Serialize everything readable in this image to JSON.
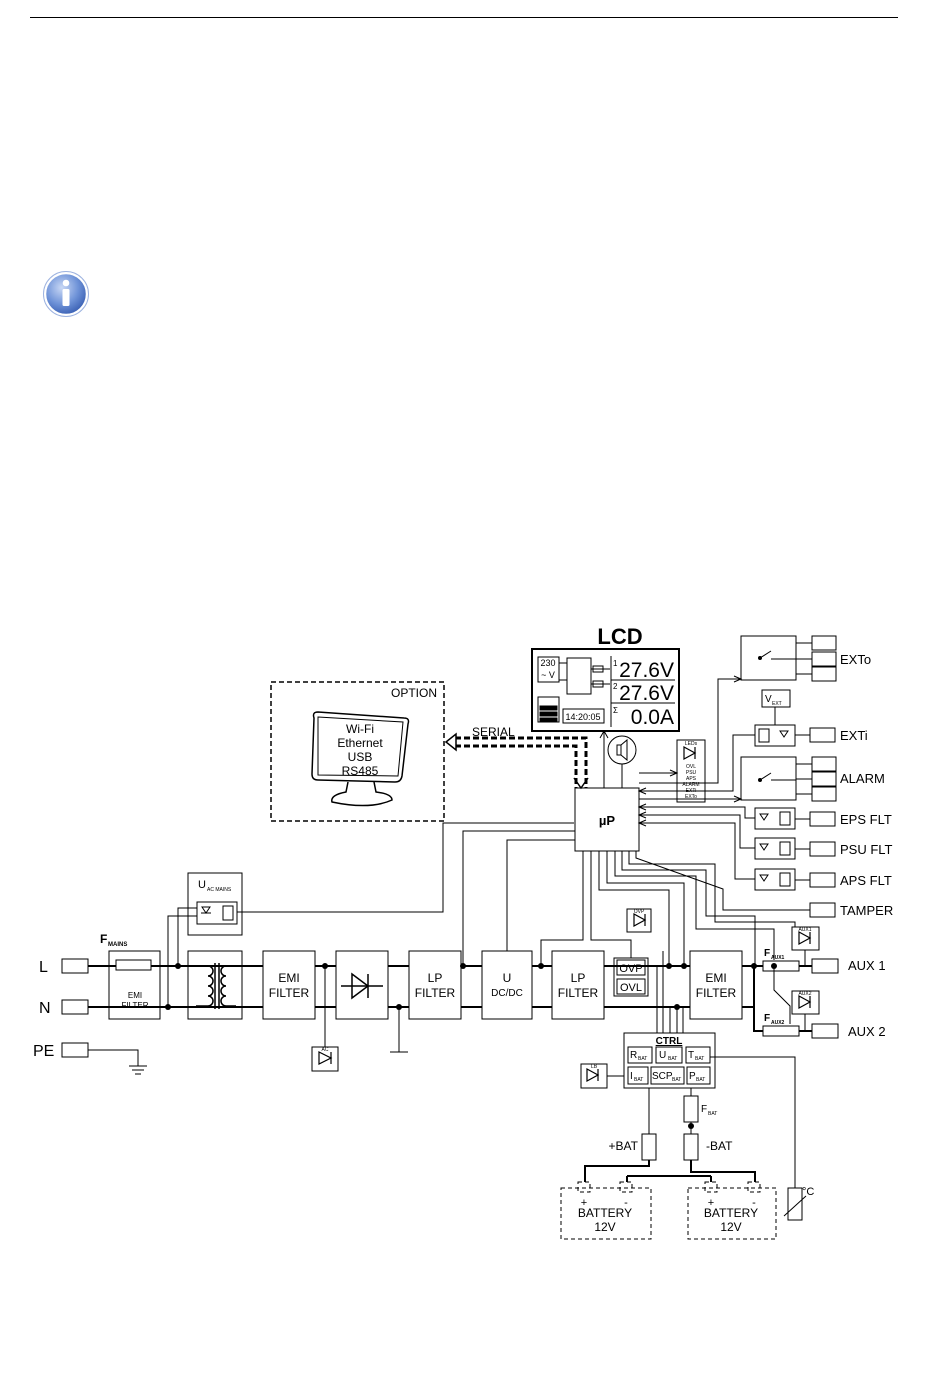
{
  "colors": {
    "info_icon": "#4a74c9",
    "line": "#000000"
  },
  "icons": [
    "info-icon",
    "speaker-icon",
    "monitor-icon",
    "led-icon",
    "transformer-icon",
    "rectifier-diode-icon",
    "ground-icon",
    "optocoupler-icon",
    "relay-icon",
    "fuse-icon",
    "thermometer-icon"
  ],
  "lcd": {
    "title": "LCD",
    "voltage_mains": "230",
    "ac_symbol": "~ V",
    "out1_index": "1",
    "out1_value": "27.6V",
    "out2_index": "2",
    "out2_value": "27.6V",
    "current_index": "Σ",
    "current_value": "0.0A",
    "time": "14:20:05"
  },
  "option": {
    "title": "OPTION",
    "interfaces": [
      "Wi-Fi",
      "Ethernet",
      "USB",
      "RS485"
    ],
    "serial_label": "SERIAL"
  },
  "cpu": {
    "label": "µP"
  },
  "inputs": {
    "l": "L",
    "n": "N",
    "pe": "PE"
  },
  "fuses": {
    "mains_main": "F",
    "mains_sub": "MAINS",
    "aux1_main": "F",
    "aux1_sub": "AUX1",
    "aux2_main": "F",
    "aux2_sub": "AUX2",
    "bat_main": "F",
    "bat_sub": "BAT"
  },
  "uac": {
    "main": "U",
    "sub": "AC MAINS"
  },
  "vext": {
    "main": "V",
    "sub": "EXT"
  },
  "blocks": {
    "emi_small": [
      "EMI",
      "FILTER"
    ],
    "emi1": [
      "EMI",
      "FILTER"
    ],
    "lp1": [
      "LP",
      "FILTER"
    ],
    "udcdc": [
      "U",
      "DC/DC"
    ],
    "lp2": [
      "LP",
      "FILTER"
    ],
    "ovp": "OVP",
    "ovl": "OVL",
    "emi2": [
      "EMI",
      "FILTER"
    ]
  },
  "ctrl": {
    "title": "CTRL",
    "cells": [
      {
        "main": "R",
        "sub": "BAT"
      },
      {
        "main": "U",
        "sub": "BAT"
      },
      {
        "main": "T",
        "sub": "BAT"
      },
      {
        "main": "I",
        "sub": "BAT"
      },
      {
        "main": "SCP",
        "sub": "BAT"
      },
      {
        "main": "P",
        "sub": "BAT"
      }
    ]
  },
  "leds": {
    "ac": "AC",
    "ovp": "OVP",
    "aux1": "AUX1",
    "aux2": "AUX2",
    "lb": "LB",
    "leds": "LEDs",
    "led_list": [
      "OVL",
      "PSU",
      "APS",
      "ALARM",
      "EXTi",
      "EXTo"
    ]
  },
  "outputs": {
    "exto": "EXTo",
    "exti": "EXTi",
    "alarm": "ALARM",
    "eps": "EPS FLT",
    "psu": "PSU FLT",
    "aps": "APS FLT",
    "tamper": "TAMPER",
    "aux1": "AUX 1",
    "aux2": "AUX 2"
  },
  "battery": {
    "plus_bat": "+BAT",
    "minus_bat": "-BAT",
    "plus": "+",
    "minus": "-",
    "name": "BATTERY",
    "voltage": "12V",
    "temp": "°C"
  }
}
